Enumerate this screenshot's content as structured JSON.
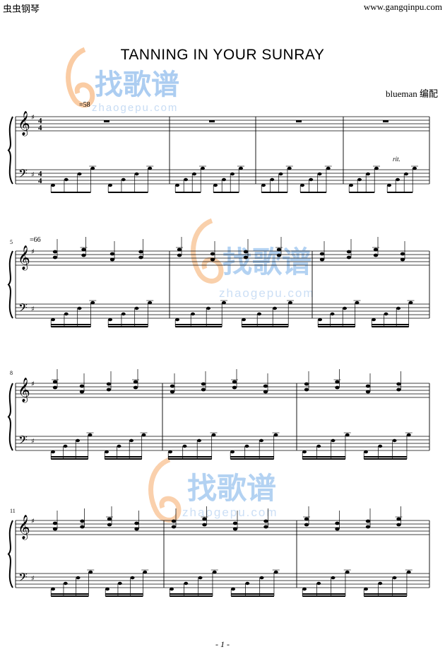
{
  "header": {
    "left": "虫虫钢琴",
    "right": "www.gangqinpu.com"
  },
  "title": "TANNING IN YOUR SUNRAY",
  "arranger": "blueman 编配",
  "footer": "- 1 -",
  "watermark": {
    "logo_text": "找歌谱",
    "url_text": "zhaogepu.com",
    "brand_orange": "#f5a25a",
    "brand_blue": "#6aa6e6"
  },
  "systems": [
    {
      "measure_number": "",
      "tempo": "=58",
      "annotation": "rit.",
      "key": "G major",
      "time": "4/4",
      "measures": 4
    },
    {
      "measure_number": "5",
      "tempo": "=66",
      "measures": 3
    },
    {
      "measure_number": "8",
      "measures": 3
    },
    {
      "measure_number": "11",
      "measures": 3
    }
  ]
}
